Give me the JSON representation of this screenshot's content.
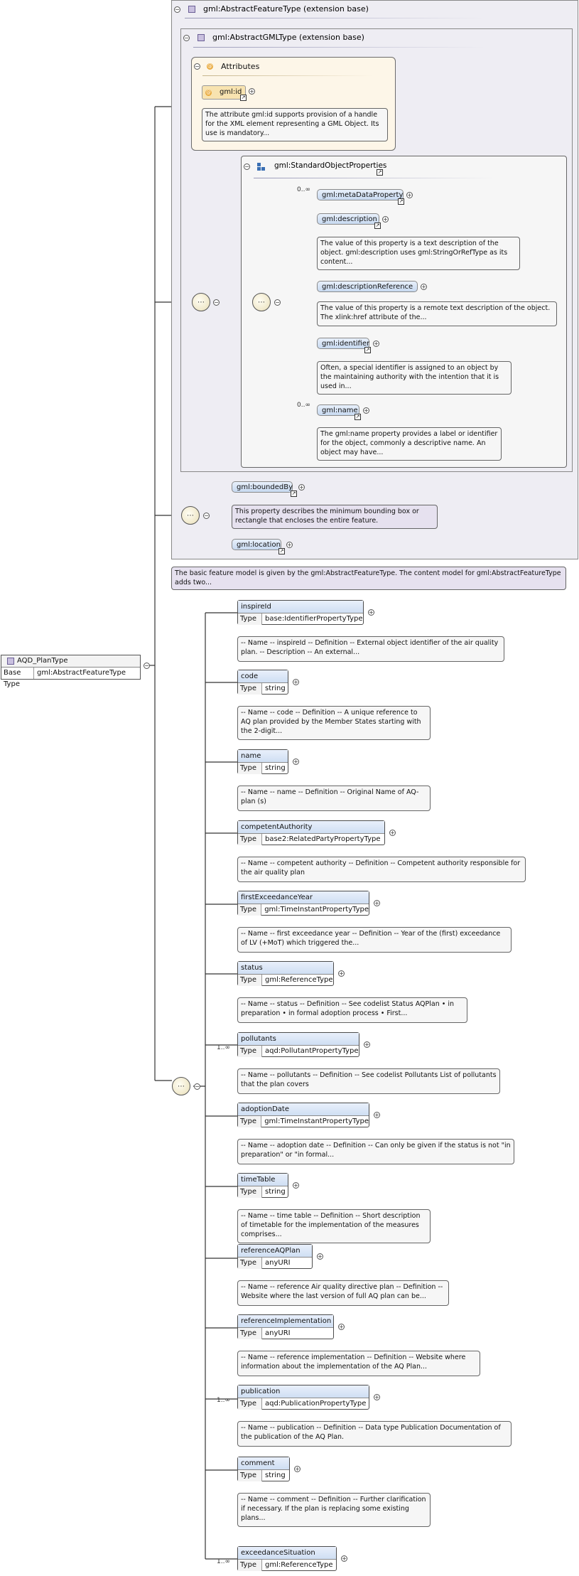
{
  "root": {
    "name": "AQD_PlanType",
    "base_key": "Base Type",
    "base_value": "gml:AbstractFeatureType"
  },
  "ext_feature": {
    "title": "gml:AbstractFeatureType (extension base)"
  },
  "ext_gml": {
    "title": "gml:AbstractGMLType (extension base)"
  },
  "attributes": {
    "title": "Attributes",
    "gml_id": "gml:id",
    "gml_id_doc": "The attribute gml:id supports provision of a handle for the XML element representing a GML Object. Its use is mandatory..."
  },
  "std_group": {
    "title": "gml:StandardObjectProperties"
  },
  "std_elements": [
    {
      "label": "gml:metaDataProperty",
      "mult": "0..∞",
      "doc": ""
    },
    {
      "label": "gml:description",
      "mult": "",
      "doc": "The value of this property is a text description of the object. gml:description uses gml:StringOrRefType as its content..."
    },
    {
      "label": "gml:descriptionReference",
      "mult": "",
      "doc": "The value of this property is a remote text description of the object. The xlink:href attribute of the..."
    },
    {
      "label": "gml:identifier",
      "mult": "",
      "doc": "Often, a special identifier is assigned to an object by the maintaining authority with the intention that it is used in..."
    },
    {
      "label": "gml:name",
      "mult": "0..∞",
      "doc": "The gml:name property provides a label or identifier for the object, commonly a descriptive name. An object may have..."
    }
  ],
  "feature_elements": [
    {
      "label": "gml:boundedBy",
      "doc": "This property describes the minimum bounding box or rectangle that encloses the entire feature."
    },
    {
      "label": "gml:location",
      "doc": ""
    }
  ],
  "feature_doc": "The basic feature model is given by the gml:AbstractFeatureType. The content model for gml:AbstractFeatureType adds two...",
  "type_key": "Type",
  "elements": [
    {
      "name": "inspireId",
      "type": "base:IdentifierPropertyType",
      "mult": "",
      "doc": "-- Name -- inspireId -- Definition -- External object identifier of the air quality plan. -- Description -- An external..."
    },
    {
      "name": "code",
      "type": "string",
      "mult": "",
      "doc": "-- Name -- code -- Definition -- A unique reference to AQ plan provided by the Member States starting with the 2-digit..."
    },
    {
      "name": "name",
      "type": "string",
      "mult": "",
      "doc": "-- Name -- name -- Definition -- Original Name of AQ-plan (s)"
    },
    {
      "name": "competentAuthority",
      "type": "base2:RelatedPartyPropertyType",
      "mult": "",
      "doc": "-- Name -- competent authority -- Definition -- Competent authority responsible for the air quality plan"
    },
    {
      "name": "firstExceedanceYear",
      "type": "gml:TimeInstantPropertyType",
      "mult": "",
      "doc": "-- Name -- first exceedance year -- Definition -- Year of the (first) exceedance of LV (+MoT) which triggered the..."
    },
    {
      "name": "status",
      "type": "gml:ReferenceType",
      "mult": "",
      "doc": "-- Name -- status -- Definition -- See codelist Status AQPlan • in preparation • in formal adoption process • First..."
    },
    {
      "name": "pollutants",
      "type": "aqd:PollutantPropertyType",
      "mult": "1..∞",
      "doc": "-- Name -- pollutants -- Definition -- See codelist Pollutants List of pollutants that the plan covers"
    },
    {
      "name": "adoptionDate",
      "type": "gml:TimeInstantPropertyType",
      "mult": "",
      "doc": "-- Name -- adoption date -- Definition -- Can only be given if the status is not \"in preparation\" or \"in formal..."
    },
    {
      "name": "timeTable",
      "type": "string",
      "mult": "",
      "doc": "-- Name -- time table -- Definition -- Short description of timetable for the implementation of the measures comprises..."
    },
    {
      "name": "referenceAQPlan",
      "type": "anyURI",
      "mult": "",
      "doc": "-- Name -- reference Air quality directive plan -- Definition -- Website where the last version of full AQ plan can be..."
    },
    {
      "name": "referenceImplementation",
      "type": "anyURI",
      "mult": "",
      "doc": "-- Name -- reference implementation -- Definition -- Website where information about the implementation of the AQ Plan..."
    },
    {
      "name": "publication",
      "type": "aqd:PublicationPropertyType",
      "mult": "1..∞",
      "doc": "-- Name -- publication -- Definition -- Data type Publication Documentation of the publication of the AQ Plan."
    },
    {
      "name": "comment",
      "type": "string",
      "mult": "",
      "doc": "-- Name -- comment -- Definition -- Further clarification if necessary. If the plan is replacing some existing plans..."
    },
    {
      "name": "exceedanceSituation",
      "type": "gml:ReferenceType",
      "mult": "1..∞",
      "doc": ""
    }
  ],
  "colors": {
    "container": "#eeedf3",
    "element": "#cfdff3",
    "attribute_bg": "#fdf6e8",
    "annotation": "#f6f6f6"
  }
}
